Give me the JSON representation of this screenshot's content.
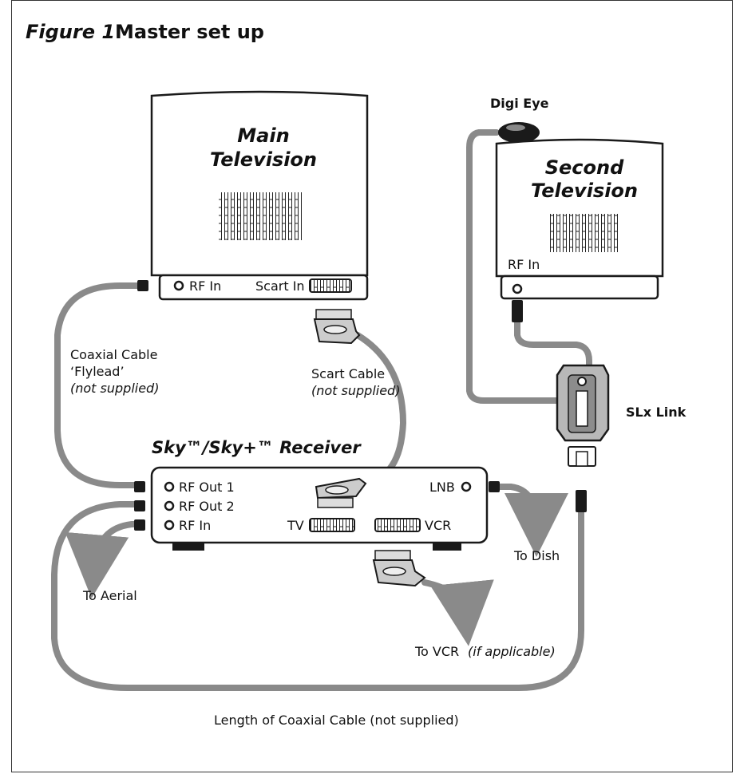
{
  "figure": {
    "number": "Figure 1",
    "title": "Master set up"
  },
  "devices": {
    "main_tv": {
      "name_line1": "Main",
      "name_line2": "Television",
      "rf_in": "RF In",
      "scart_in": "Scart In"
    },
    "second_tv": {
      "name_line1": "Second",
      "name_line2": "Television",
      "rf_in": "RF In"
    },
    "digi_eye": "Digi Eye",
    "slx_link": "SLx Link",
    "receiver": {
      "name": "Sky™/Sky+™ Receiver",
      "rf_out_1": "RF Out 1",
      "rf_out_2": "RF Out 2",
      "rf_in": "RF In",
      "lnb": "LNB",
      "tv": "TV",
      "vcr": "VCR"
    }
  },
  "cables": {
    "coaxial_flylead": {
      "line1": "Coaxial Cable",
      "line2": "‘Flylead’",
      "line3": "(not supplied)"
    },
    "scart": {
      "line1": "Scart Cable",
      "line2": "(not supplied)"
    },
    "coaxial_length": "Length of Coaxial Cable (not supplied)"
  },
  "destinations": {
    "to_dish": "To Dish",
    "to_aerial": "To Aerial",
    "to_vcr": "To VCR",
    "to_vcr_note": "(if applicable)"
  },
  "colors": {
    "cable": "#8a8a8a",
    "connector": "#1a1a1a",
    "outline": "#1a1a1a"
  }
}
